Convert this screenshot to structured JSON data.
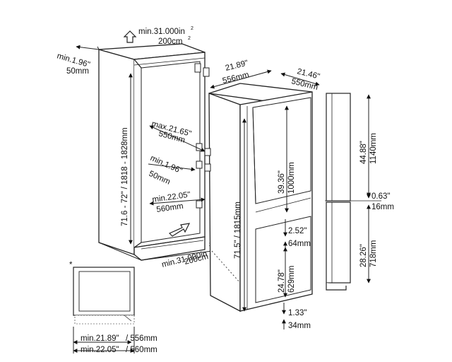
{
  "labels": {
    "vent_top": {
      "a": "min.31.000in",
      "b": "2",
      "c": "200cm",
      "d": "2"
    },
    "vent_bottom": {
      "a": "min.31.000in",
      "b": "2",
      "c": "200cm",
      "d": "2"
    },
    "gap_top": {
      "a": "min.1.96\"",
      "b": "50mm"
    },
    "niche_height": "71.6 - 72\" / 1818 - 1828mm",
    "niche_depth_max": {
      "a": "max.21.65\"",
      "b": "550mm"
    },
    "side_gap": {
      "a": "min.1.96\"",
      "b": "50mm"
    },
    "niche_depth_min": {
      "a": "min.22.05\"",
      "b": "560mm"
    },
    "appliance_width": {
      "a": "21.89\"",
      "b": "556mm"
    },
    "appliance_depth": {
      "a": "21.46\"",
      "b": "550mm"
    },
    "appliance_height": "71.5\" / 1815mm",
    "upper_door": {
      "a": "39.36\"",
      "b": "1000mm"
    },
    "door_gap": {
      "a": "2.52\"",
      "b": "64mm"
    },
    "lower_door": {
      "a": "24.78\"",
      "b": "629mm"
    },
    "bottom_gap": {
      "a": "1.33\"",
      "b": "34mm"
    },
    "panel_upper": {
      "a": "44.88\"",
      "b": "1140mm"
    },
    "panel_gap": {
      "a": "0.63\"",
      "b": "16mm"
    },
    "panel_lower": {
      "a": "28.26\"",
      "b": "718mm"
    },
    "plan_width_1": {
      "a": "min.21.89\"",
      "b": " / 556mm"
    },
    "plan_width_2": {
      "a": "min.22.05\"",
      "b": " / 560mm"
    },
    "asterisk": "*"
  }
}
